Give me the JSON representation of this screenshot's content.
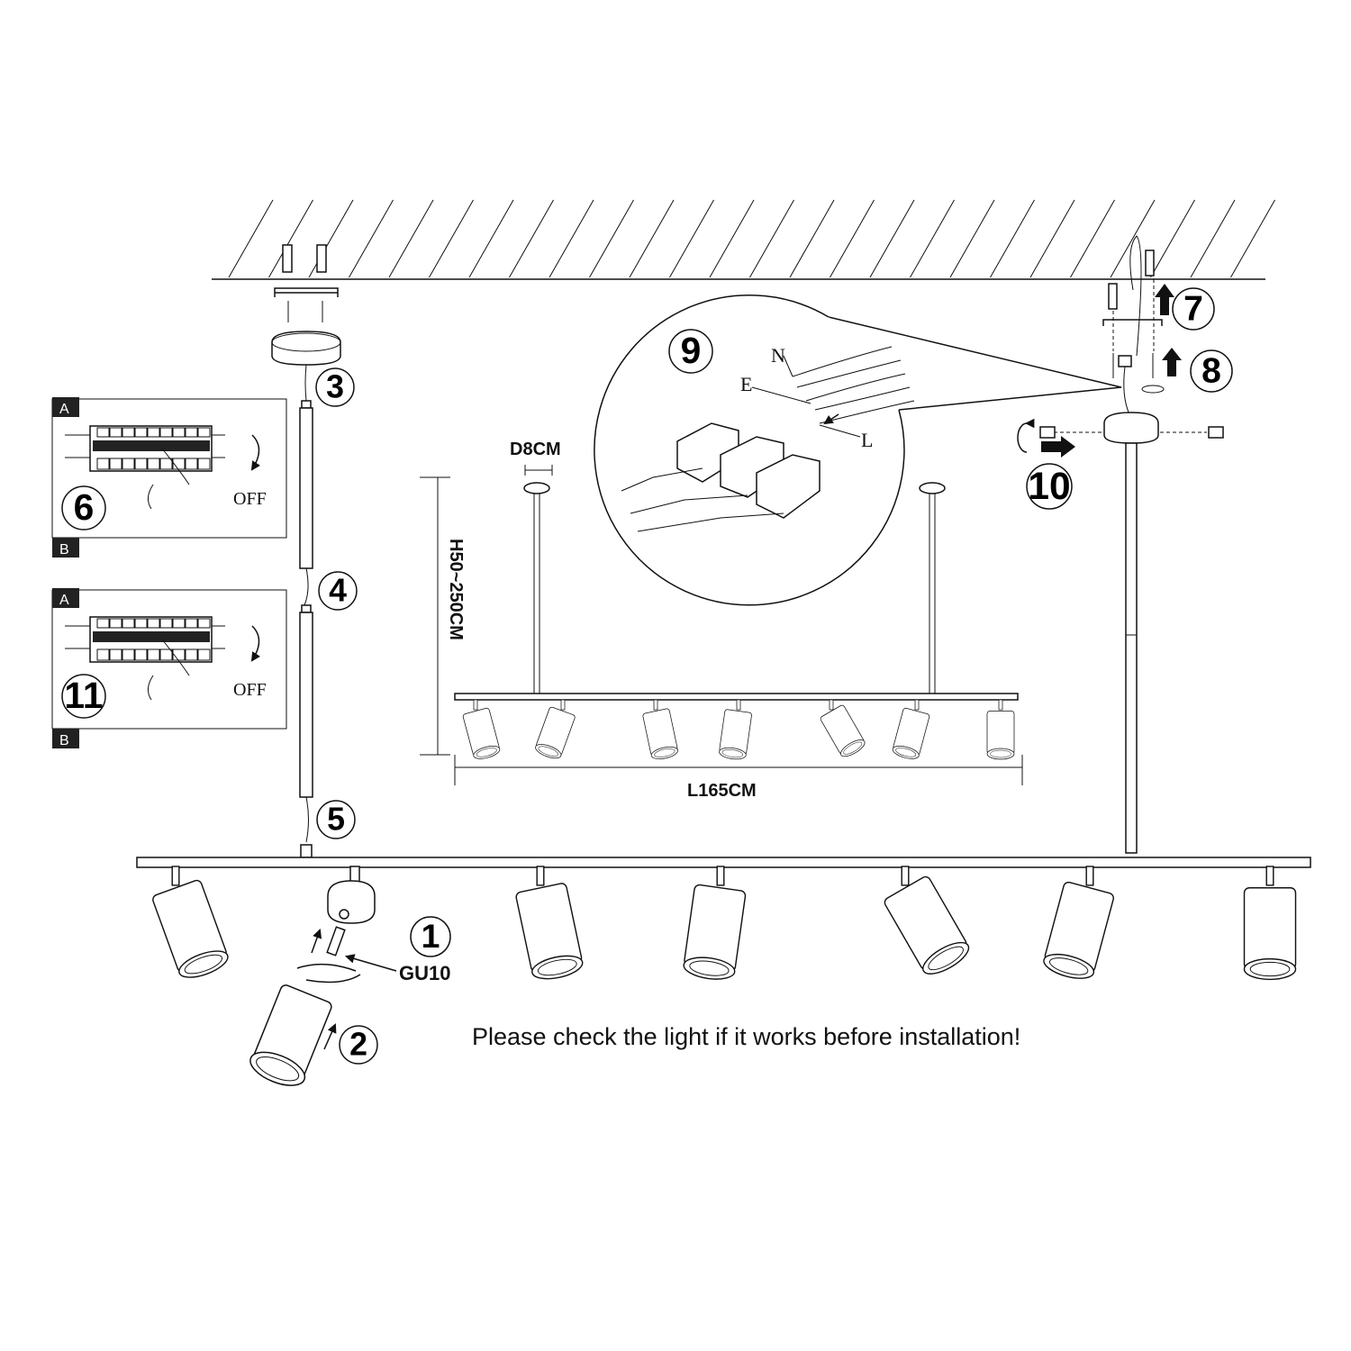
{
  "steps": {
    "s1": "1",
    "s2": "2",
    "s3": "3",
    "s4": "4",
    "s5": "5",
    "s6": "6",
    "s7": "7",
    "s8": "8",
    "s9": "9",
    "s10": "10",
    "s11": "11"
  },
  "labels": {
    "bulb_type": "GU10",
    "diameter": "D8CM",
    "height": "H50~250CM",
    "length": "L165CM",
    "wire_n": "N",
    "wire_e": "E",
    "wire_l": "L",
    "panel_a": "A",
    "panel_b": "B",
    "off": "OFF"
  },
  "note": "Please check the light if it works before installation!"
}
